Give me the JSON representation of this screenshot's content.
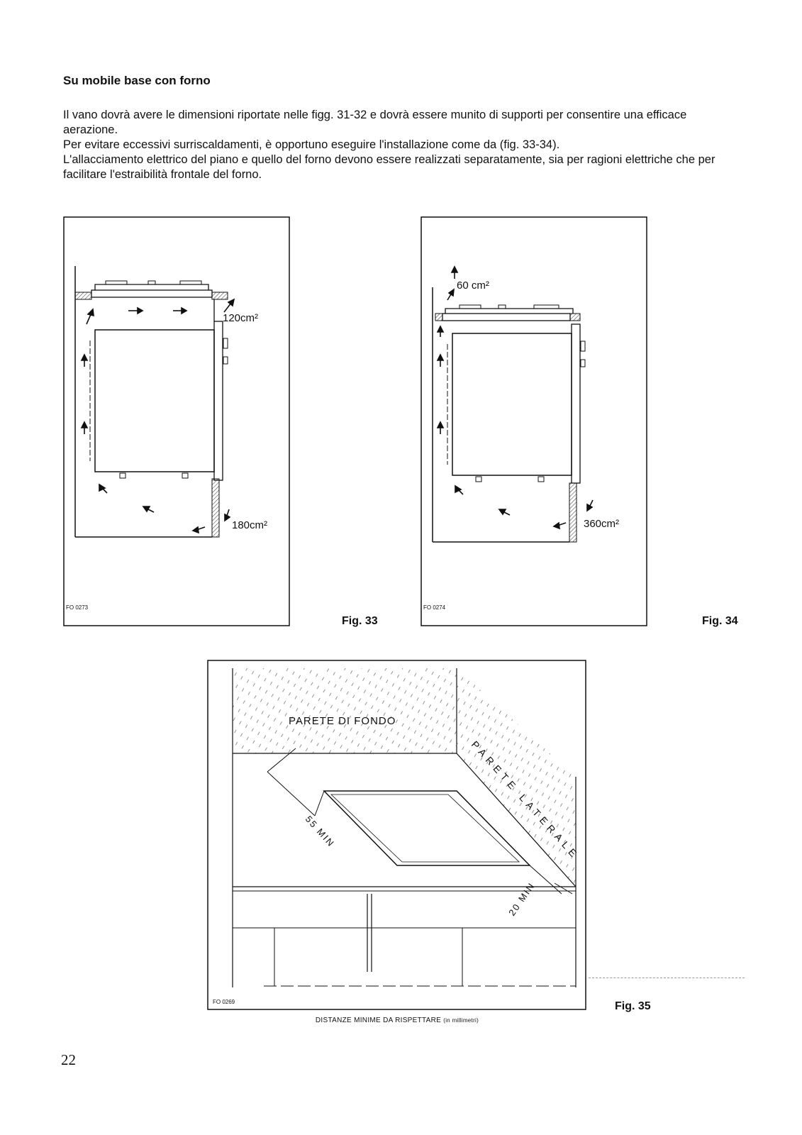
{
  "section": {
    "title": "Su mobile base con forno",
    "paragraphs": [
      "Il vano dovrà avere le dimensioni riportate nelle figg. 31-32 e dovrà essere munito di supporti per consentire una efficace aerazione.",
      "Per evitare eccessivi surriscaldamenti, è opportuno eseguire l'installazione come da (fig. 33-34).",
      "L'allacciamento elettrico del piano e quello del forno devono essere realizzati separatamente, sia per ragioni elettriche che per facilitare l'estraibilità frontale del forno."
    ]
  },
  "fig33": {
    "label": "Fig. 33",
    "code": "FO 0273",
    "top_vent": "120cm²",
    "bottom_vent": "180cm²"
  },
  "fig34": {
    "label": "Fig. 34",
    "code": "FO 0274",
    "top_vent": "60 cm²",
    "bottom_vent": "360cm²"
  },
  "fig35": {
    "label": "Fig. 35",
    "code": "FO 0269",
    "back_wall": "PARETE DI FONDO",
    "side_wall": "PARETE LATERALE",
    "dim_back": "55 MIN",
    "dim_side": "20 MIN",
    "caption": "DISTANZE MINIME DA RISPETTARE",
    "caption_note": "(in millimetri)"
  },
  "page_number": "22"
}
